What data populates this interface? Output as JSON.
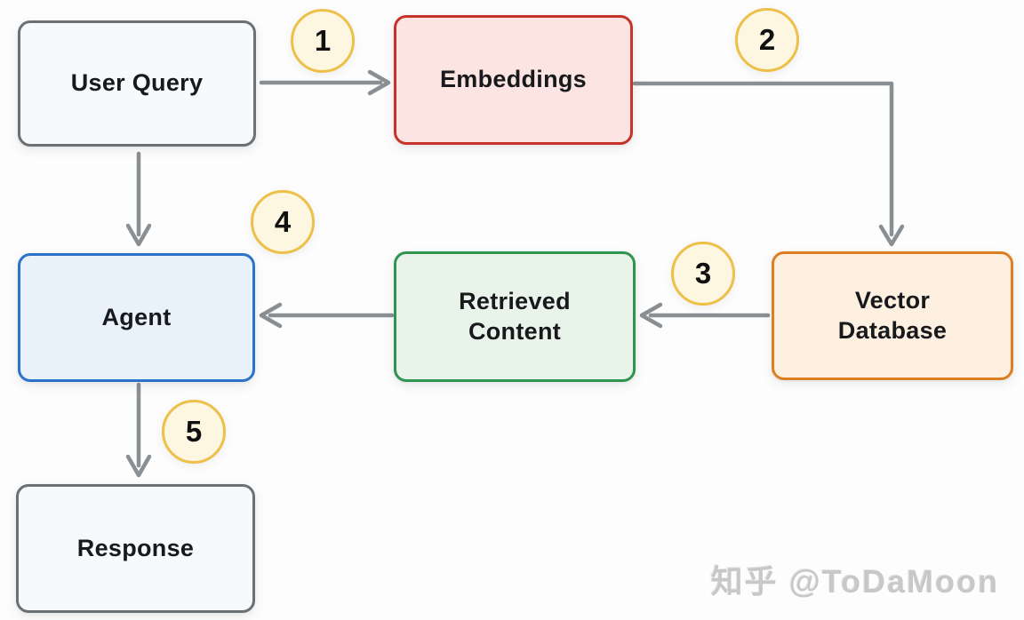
{
  "diagram": {
    "type": "flowchart",
    "nodes": [
      {
        "id": "user-query",
        "label": "User Query",
        "fill": "#f8f9fa",
        "border": "#6b7075"
      },
      {
        "id": "embeddings",
        "label": "Embeddings",
        "fill": "#fbe4e2",
        "border": "#c5332b"
      },
      {
        "id": "vector-database",
        "label": "Vector\nDatabase",
        "fill": "#fdf0e0",
        "border": "#dd7e22"
      },
      {
        "id": "retrieved-content",
        "label": "Retrieved\nContent",
        "fill": "#e8f4ea",
        "border": "#2e9450"
      },
      {
        "id": "agent",
        "label": "Agent",
        "fill": "#e9f1fb",
        "border": "#2b72c8"
      },
      {
        "id": "response",
        "label": "Response",
        "fill": "#f8f9fa",
        "border": "#6b7075"
      }
    ],
    "steps": [
      {
        "number": "1",
        "from": "user-query",
        "to": "embeddings"
      },
      {
        "number": "2",
        "from": "embeddings",
        "to": "vector-database"
      },
      {
        "number": "3",
        "from": "vector-database",
        "to": "retrieved-content"
      },
      {
        "number": "4",
        "from": "retrieved-content",
        "to": "agent"
      },
      {
        "number": "5",
        "from": "agent",
        "to": "response"
      }
    ],
    "unnumbered_edges": [
      {
        "from": "user-query",
        "to": "agent"
      }
    ],
    "badge_style": {
      "fill": "#fdf6e0",
      "border": "#ecc049"
    },
    "arrow_color": "#8a8f94"
  },
  "watermark": {
    "text": "知乎 @ToDaMoon",
    "color": "#c8c8c8"
  }
}
